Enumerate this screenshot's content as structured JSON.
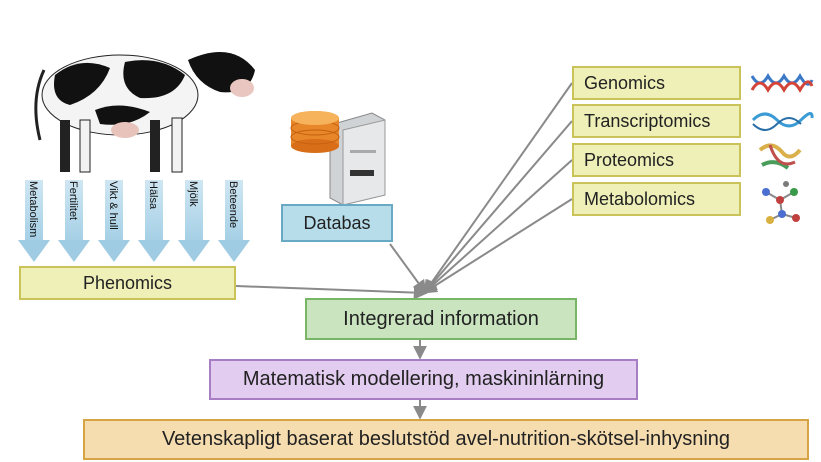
{
  "phenotype_traits": [
    "Metabolism",
    "Fertilitet",
    "Vikt & hull",
    "Hälsa",
    "Mjölk",
    "Beteende"
  ],
  "omics": [
    "Genomics",
    "Transcriptomics",
    "Proteomics",
    "Metabolomics"
  ],
  "boxes": {
    "phenomics": "Phenomics",
    "databas": "Databas",
    "integrated": "Integrerad information",
    "modelling": "Matematisk modellering, maskininlärning",
    "decision": "Vetenskapligt baserat beslutstöd avel-nutrition-skötsel-inhysning"
  },
  "colors": {
    "phenomics_fill": "#eef0b8",
    "databas_fill": "#b7dcea",
    "integrated_fill": "#c9e4bf",
    "modelling_fill": "#e2ccef",
    "decision_fill": "#f6ddb0",
    "arrow": "#8a8a8a"
  },
  "icons": [
    "cow-image",
    "server-database-icon",
    "dna-double-helix-icon",
    "rna-strand-icon",
    "protein-ribbon-icon",
    "metabolite-molecule-icon"
  ]
}
